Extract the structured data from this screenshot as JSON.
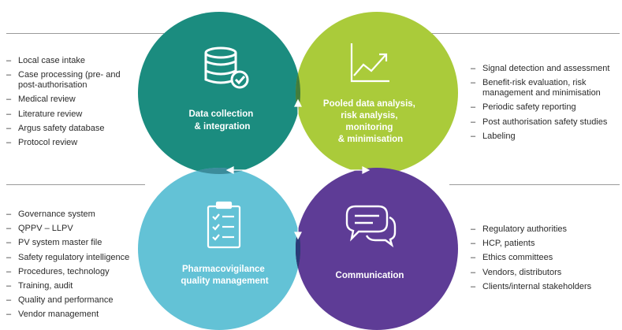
{
  "quadrants": [
    {
      "id": "data-collection",
      "label_lines": [
        "Data collection",
        "& integration"
      ],
      "icon": "database-check-icon",
      "color": "#1b8c7f"
    },
    {
      "id": "pooled-analysis",
      "label_lines": [
        "Pooled data analysis,",
        "risk analysis,",
        "monitoring",
        "& minimisation"
      ],
      "icon": "line-chart-icon",
      "color": "#aacb3a"
    },
    {
      "id": "quality-management",
      "label_lines": [
        "Pharmacovigilance",
        "quality management"
      ],
      "icon": "clipboard-checklist-icon",
      "color": "#63c2d6"
    },
    {
      "id": "communication",
      "label_lines": [
        "Communication"
      ],
      "icon": "chat-bubbles-icon",
      "color": "#5e3c96"
    }
  ],
  "overlap_colors": {
    "top": "#437d3b",
    "bottom": "#4a2f36",
    "left": "#3b8c9b",
    "right": "#2a3a78"
  },
  "lists": {
    "top_left": [
      "Local case intake",
      "Case processing (pre- and post-authorisation",
      "Medical review",
      "Literature review",
      "Argus safety database",
      "Protocol review"
    ],
    "top_right": [
      "Signal detection and assessment",
      "Benefit-risk evaluation, risk management and minimisation",
      "Periodic safety reporting",
      "Post authorisation safety studies",
      "Labeling"
    ],
    "bottom_left": [
      "Governance system",
      "QPPV – LLPV",
      "PV system master file",
      "Safety regulatory intelligence",
      "Procedures, technology",
      "Training, audit",
      "Quality and performance",
      "Vendor management"
    ],
    "bottom_right": [
      "Regulatory authorities",
      "HCP, patients",
      "Ethics committees",
      "Vendors, distributors",
      "Clients/internal stakeholders"
    ]
  }
}
